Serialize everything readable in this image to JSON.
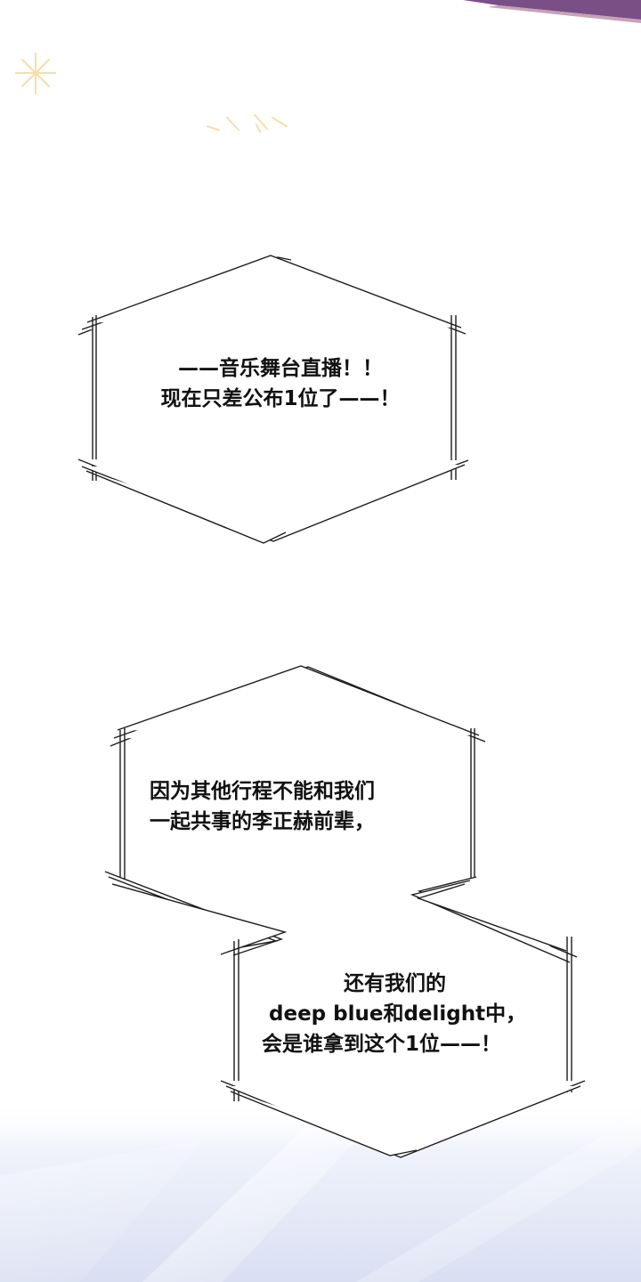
{
  "scene": {
    "colors": {
      "background": "#ffffff",
      "top_purple": "#7a4f86",
      "sparkle_gold": "#f3d48f",
      "bottom_blue": "#dfe4f4",
      "bottom_light": "#f8f9ff"
    }
  },
  "bubbles": [
    {
      "lines": [
        "——音乐舞台直播！！",
        "现在只差公布1位了——！"
      ]
    },
    {
      "lines": [
        "因为其他行程不能和我们",
        "一起共事的李正赫前辈，"
      ]
    },
    {
      "lines": [
        "还有我们的",
        "deep blue和delight中，",
        "会是谁拿到这个1位——！"
      ]
    }
  ]
}
